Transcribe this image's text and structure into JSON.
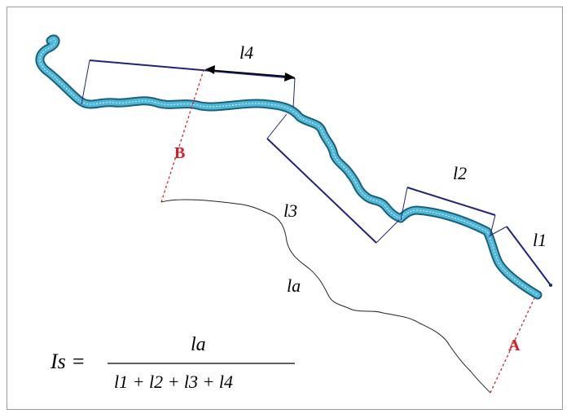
{
  "diagram": {
    "labels": {
      "l4": "l4",
      "l2": "l2",
      "l1": "l1",
      "l3": "l3",
      "la": "la",
      "point_b": "B",
      "point_a": "A"
    },
    "formula": {
      "lhs": "Is =",
      "numerator": "la",
      "denominator": "l1 + l2 + l3 + l4"
    },
    "colors": {
      "river_fill": "#4fb8d8",
      "river_edge": "#1c5f7a",
      "segment_line": "#1f237a",
      "valley_line": "#222222",
      "marker_red": "#d0202a",
      "frame": "#9a9a9a"
    },
    "icons": {
      "arrow": "double-headed-arrow"
    }
  }
}
